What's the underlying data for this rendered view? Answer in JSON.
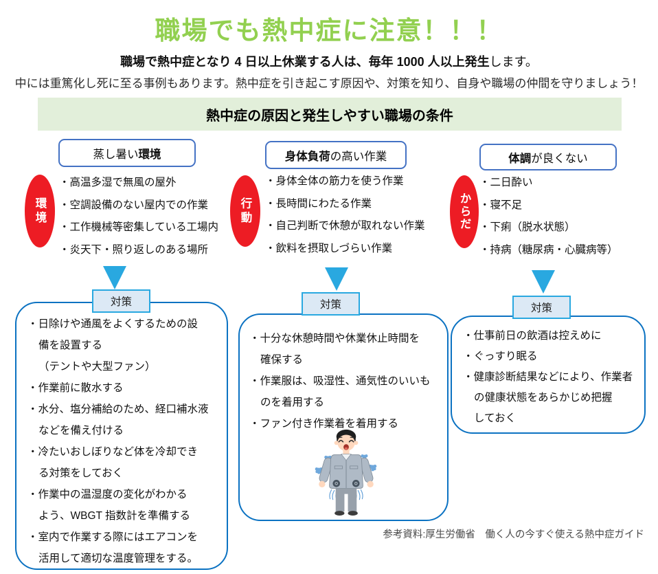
{
  "page": {
    "title": "職場でも熱中症に注意！！！",
    "lead_bold": "職場で熱中症となり 4 日以上休業する人は、毎年 1000 人以上発生",
    "lead_tail": "します。",
    "description": "中には重篤化し死に至る事例もあります。熱中症を引き起こす原因や、対策を知り、自身や職場の仲間を守りましょう！",
    "section_title": "熱中症の原因と発生しやすい職場の条件",
    "measures_label": "対策",
    "footer_note": "参考資料:厚生労働省　働く人の今すぐ使える熱中症ガイド"
  },
  "columns": [
    {
      "header_normal": "蒸し暑い",
      "header_bold": "環境",
      "badge": "環境",
      "causes": [
        "・高温多湿で無風の屋外",
        "・空調設備のない屋内での作業",
        "・工作機械等密集している工場内",
        "・炎天下・照り返しのある場所"
      ],
      "measure_lines": [
        "・日除けや通風をよくするための設",
        "備を設置する",
        "（テントや大型ファン）",
        "・作業前に散水する",
        "・水分、塩分補給のため、経口補水液",
        "などを備え付ける",
        "・冷たいおしぼりなど体を冷却でき",
        "る対策をしておく",
        "・作業中の温湿度の変化がわかる",
        "よう、WBGT 指数計を準備する",
        "・室内で作業する際にはエアコンを",
        "活用して適切な温度管理をする。"
      ]
    },
    {
      "header_bold": "身体負荷",
      "header_normal": "の高い作業",
      "badge": "行動",
      "causes": [
        "・身体全体の筋力を使う作業",
        "・長時間にわたる作業",
        "・自己判断で休憩が取れない作業",
        "・飲料を摂取しづらい作業"
      ],
      "measure_lines": [
        "・十分な休憩時間や休業休止時間を",
        "確保する",
        "・作業服は、吸湿性、通気性のいいも",
        "のを着用する",
        "・ファン付き作業着を着用する"
      ]
    },
    {
      "header_bold": "体調",
      "header_normal": "が良くない",
      "badge": "からだ",
      "causes": [
        "・二日酔い",
        "・寝不足",
        "・下痢（脱水状態）",
        "・持病（糖尿病・心臓病等）"
      ],
      "measure_lines": [
        "・仕事前日の飲酒は控えめに",
        "・ぐっすり眠る",
        "・健康診断結果などにより、作業者",
        "の健康状態をあらかじめ把握",
        "しておく"
      ]
    }
  ],
  "illustration": "worker-wearing-fan-cooled-jacket",
  "colors": {
    "title_green": "#92D050",
    "banner_bg": "#E2EFDA",
    "header_border_blue": "#4472C4",
    "badge_red": "#ED1C24",
    "arrow_blue": "#29A8E0",
    "measures_label_bg": "#DCE9F5",
    "measures_label_border": "#29A8E0",
    "measure_box_border": "#0B72C2"
  }
}
